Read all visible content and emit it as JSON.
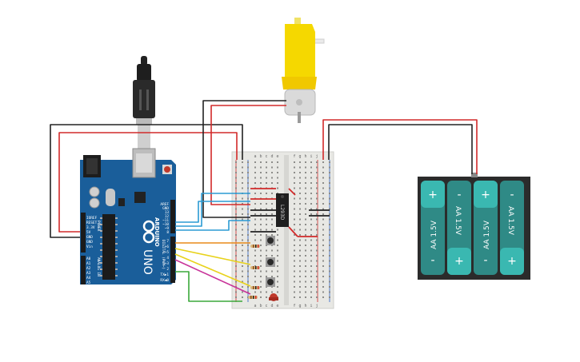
{
  "arduino": {
    "brand": "ARDUINO",
    "model": "UNO",
    "header_top_labels": [
      "AREF",
      "GND",
      "13",
      "12",
      "~11",
      "~10",
      "~9",
      "8"
    ],
    "header_bottom_labels": [
      "7",
      "~6",
      "~5",
      "4",
      "~3",
      "2",
      "TX▶1",
      "RX◀0"
    ],
    "power_labels": [
      "IOREF",
      "RESET",
      "3.3V",
      "5V",
      "GND",
      "GND",
      "Vin"
    ],
    "analog_labels": [
      "A0",
      "A1",
      "A2",
      "A3",
      "A4",
      "A5"
    ],
    "digital_title": "DIGITAL (PWM~)",
    "power_title": "POWER",
    "analog_title": "ANALOG IN"
  },
  "breadboard": {
    "chip_label": "L293D",
    "column_letters_left": [
      "a",
      "b",
      "c",
      "d",
      "e"
    ],
    "column_letters_right": [
      "f",
      "g",
      "h",
      "i",
      "j"
    ]
  },
  "battery_pack": {
    "cells": [
      {
        "label": "AA 1.5V",
        "top": "+",
        "bottom": "-"
      },
      {
        "label": "AA 1.5V",
        "top": "-",
        "bottom": "+"
      },
      {
        "label": "AA 1.5V",
        "top": "+",
        "bottom": "-"
      },
      {
        "label": "AA 1.5V",
        "top": "-",
        "bottom": "+"
      }
    ]
  },
  "colors": {
    "arduino_board": "#1a5e9a",
    "breadboard": "#e8e8e4",
    "battery_cell": "#2f8a86",
    "battery_case": "#2b2b2b",
    "motor": "#f5d800",
    "wire_red": "#d22a2a",
    "wire_black": "#222222",
    "wire_blue": "#2b9bd3",
    "wire_orange": "#e88a1a",
    "wire_yellow": "#e8d21a",
    "wire_magenta": "#c8349a",
    "wire_green": "#3aa83a"
  }
}
